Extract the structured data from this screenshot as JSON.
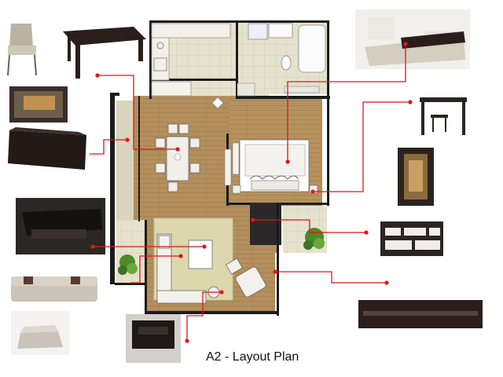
{
  "caption": "A2 - Layout Plan",
  "colors": {
    "leader": "#e01616",
    "floor_wood": "#b08e5c",
    "floor_tile": "#e3dfc9",
    "wall": "#1c1c1c",
    "rug": "#ddd8b0",
    "plant": "#4f8f2c",
    "furniture_dark": "#2b2422",
    "furniture_light": "#dad6d0"
  },
  "furniture_photos": [
    {
      "id": "dining-chair",
      "icon": "dining-chair-icon"
    },
    {
      "id": "dining-table",
      "icon": "dining-table-icon"
    },
    {
      "id": "wall-art-framed",
      "icon": "framed-picture-icon"
    },
    {
      "id": "sideboard-dark",
      "icon": "sideboard-icon"
    },
    {
      "id": "coffee-table-dark",
      "icon": "coffee-table-icon"
    },
    {
      "id": "sofa-beige",
      "icon": "sofa-icon"
    },
    {
      "id": "ottoman",
      "icon": "ottoman-icon"
    },
    {
      "id": "side-table-dark",
      "icon": "side-table-icon"
    },
    {
      "id": "bed",
      "icon": "bed-icon"
    },
    {
      "id": "desk-stool",
      "icon": "desk-icon"
    },
    {
      "id": "standing-mirror",
      "icon": "mirror-icon"
    },
    {
      "id": "shelving-unit",
      "icon": "shelf-icon"
    },
    {
      "id": "tv-console",
      "icon": "tv-console-icon"
    }
  ]
}
